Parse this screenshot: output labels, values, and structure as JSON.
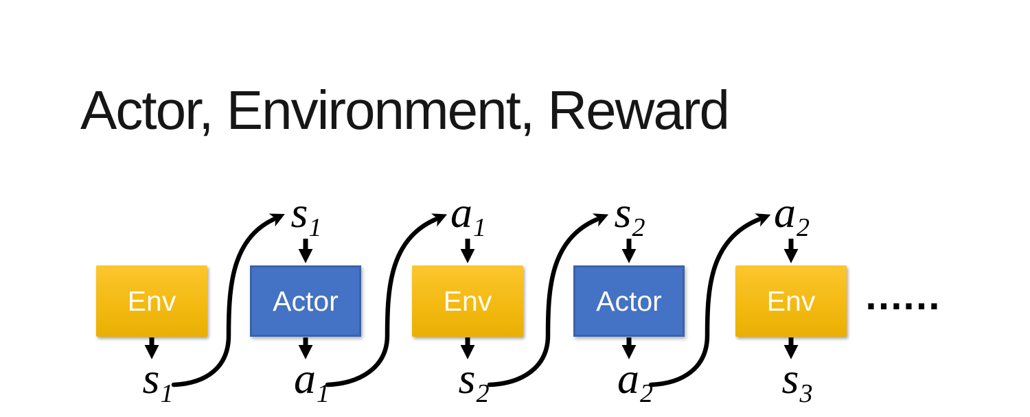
{
  "title": "Actor, Environment, Reward",
  "diagram": {
    "boxes": [
      {
        "label": "Env"
      },
      {
        "label": "Actor"
      },
      {
        "label": "Env"
      },
      {
        "label": "Actor"
      },
      {
        "label": "Env"
      }
    ],
    "top_labels": [
      {
        "base": "s",
        "sub": "1"
      },
      {
        "base": "a",
        "sub": "1"
      },
      {
        "base": "s",
        "sub": "2"
      },
      {
        "base": "a",
        "sub": "2"
      }
    ],
    "bottom_labels": [
      {
        "base": "s",
        "sub": "1"
      },
      {
        "base": "a",
        "sub": "1"
      },
      {
        "base": "s",
        "sub": "2"
      },
      {
        "base": "a",
        "sub": "2"
      },
      {
        "base": "s",
        "sub": "3"
      }
    ],
    "ellipsis": "……",
    "colors": {
      "title_color": "#161616",
      "env_top": "#FCC62F",
      "env_mid": "#F3BA12",
      "env_bottom": "#E9AF03",
      "actor_fill": "#4472C4",
      "actor_border": "#3A63A8",
      "arrow": "#000000",
      "text_on_box": "#FFFDF5"
    }
  }
}
